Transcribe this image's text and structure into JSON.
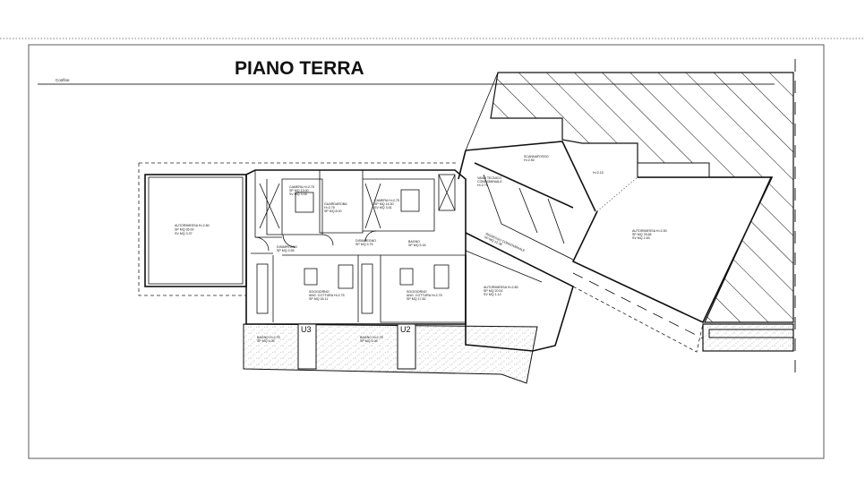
{
  "title": "PIANO TERRA",
  "boundary_label": "Confine",
  "rooms": {
    "garage_left": {
      "name": "AUTORIMESSA H=2.80",
      "l1": "SP MQ 35.00",
      "l2": "SV MQ 3.37"
    },
    "camera_1": {
      "name": "CAMERA H=2.75",
      "l1": "SP MQ 13.00",
      "l2": "SV MQ 3.18"
    },
    "guardaroba": {
      "name": "GUARDAROBA",
      "l1": "H=2.75",
      "l2": "SP MQ 8.00"
    },
    "camera_2": {
      "name": "CAMERA H=2.75",
      "l1": "SP MQ 14.30",
      "l2": "SV MQ 3.51"
    },
    "disimpegno_1": {
      "name": "DISIMPEGNO",
      "l1": "SP MQ 3.95"
    },
    "disimpegno_2": {
      "name": "DISIMPEGNO",
      "l1": "SP MQ 3.75"
    },
    "bagno_top": {
      "name": "BAGNO",
      "l1": "SP MQ 5.16"
    },
    "soggiorno_1": {
      "name": "SOGGIORNO",
      "l1": "ANG. COTTURA H=2.75",
      "l2": "SP MQ 18.11"
    },
    "soggiorno_2": {
      "name": "SOGGIORNO",
      "l1": "ANG. COTTURA H=2.75",
      "l2": "SP MQ 17.82"
    },
    "bagno_1": {
      "name": "BAGNO H=2.75",
      "l1": "SP MQ 4.06"
    },
    "bagno_2": {
      "name": "BAGNO H=2.75",
      "l1": "SP MQ 4.06"
    },
    "scannafosso": {
      "name": "SCANNAFOSSO",
      "l1": "H=2.50"
    },
    "h210": {
      "name": "H=2.10"
    },
    "vano_tecnico": {
      "name": "VANO TECNICO",
      "l1": "CONDOMINIALE",
      "l2": "H=2.75"
    },
    "ingresso": {
      "name": "INGRESSO CONDOMINIALE",
      "l1": "SP MQ 12.38"
    },
    "garage_center": {
      "name": "AUTORIMESSA H=2.80",
      "l1": "SP MQ 20.51",
      "l2": "SV MQ 1.12"
    },
    "garage_right": {
      "name": "AUTORIMESSA H=2.50",
      "l1": "SP MQ 78.68",
      "l2": "SV MQ 2.83"
    }
  },
  "units": [
    "U3",
    "U2"
  ],
  "colors": {
    "line": "#111111",
    "paper": "#ffffff",
    "stipple": "#888888"
  }
}
